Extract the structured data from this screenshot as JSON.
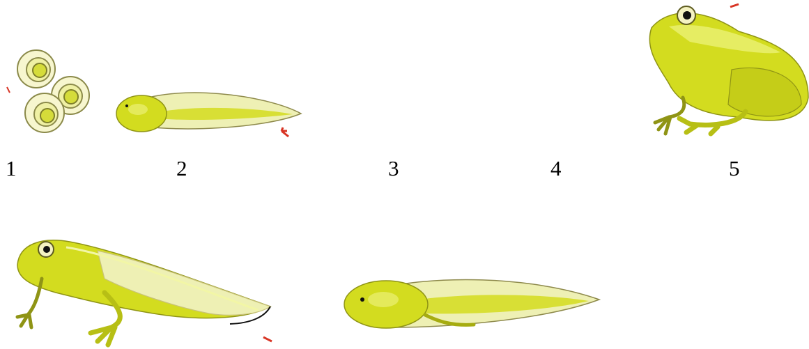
{
  "labels": [
    "1",
    "2",
    "3",
    "4",
    "5"
  ],
  "figures": [
    {
      "id": "eggs",
      "icon": "frog-eggs-icon"
    },
    {
      "id": "tadpole",
      "icon": "tadpole-icon"
    },
    {
      "id": "adult-frog",
      "icon": "adult-frog-icon"
    },
    {
      "id": "froglet",
      "icon": "froglet-with-tail-icon"
    },
    {
      "id": "tadpole-with-legs",
      "icon": "tadpole-with-hind-legs-icon"
    }
  ],
  "colors": {
    "body": "#d3dc1f",
    "body_light": "#e8ee6a",
    "body_dark": "#a6ac10",
    "fin": "#eef0b4",
    "fin_edge": "#c8c27a",
    "arrow": "#d83424"
  }
}
